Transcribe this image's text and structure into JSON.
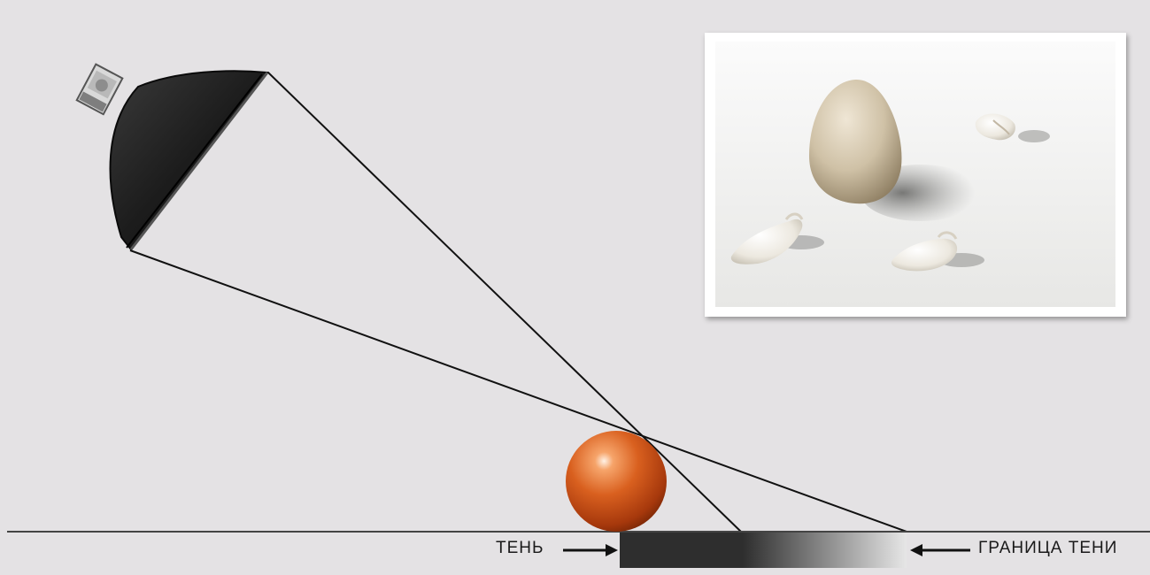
{
  "labels": {
    "shadow": "ТЕНЬ",
    "shadow_edge": "ГРАНИЦА ТЕНИ"
  },
  "colors": {
    "background": "#e4e2e4",
    "ball": "#d2561a",
    "shadow": "#2e2e2e",
    "lines": "#111111"
  },
  "icons": {
    "light_source": "softbox-icon",
    "subject": "sphere-icon",
    "example": "photo-eggs-and-shells"
  }
}
